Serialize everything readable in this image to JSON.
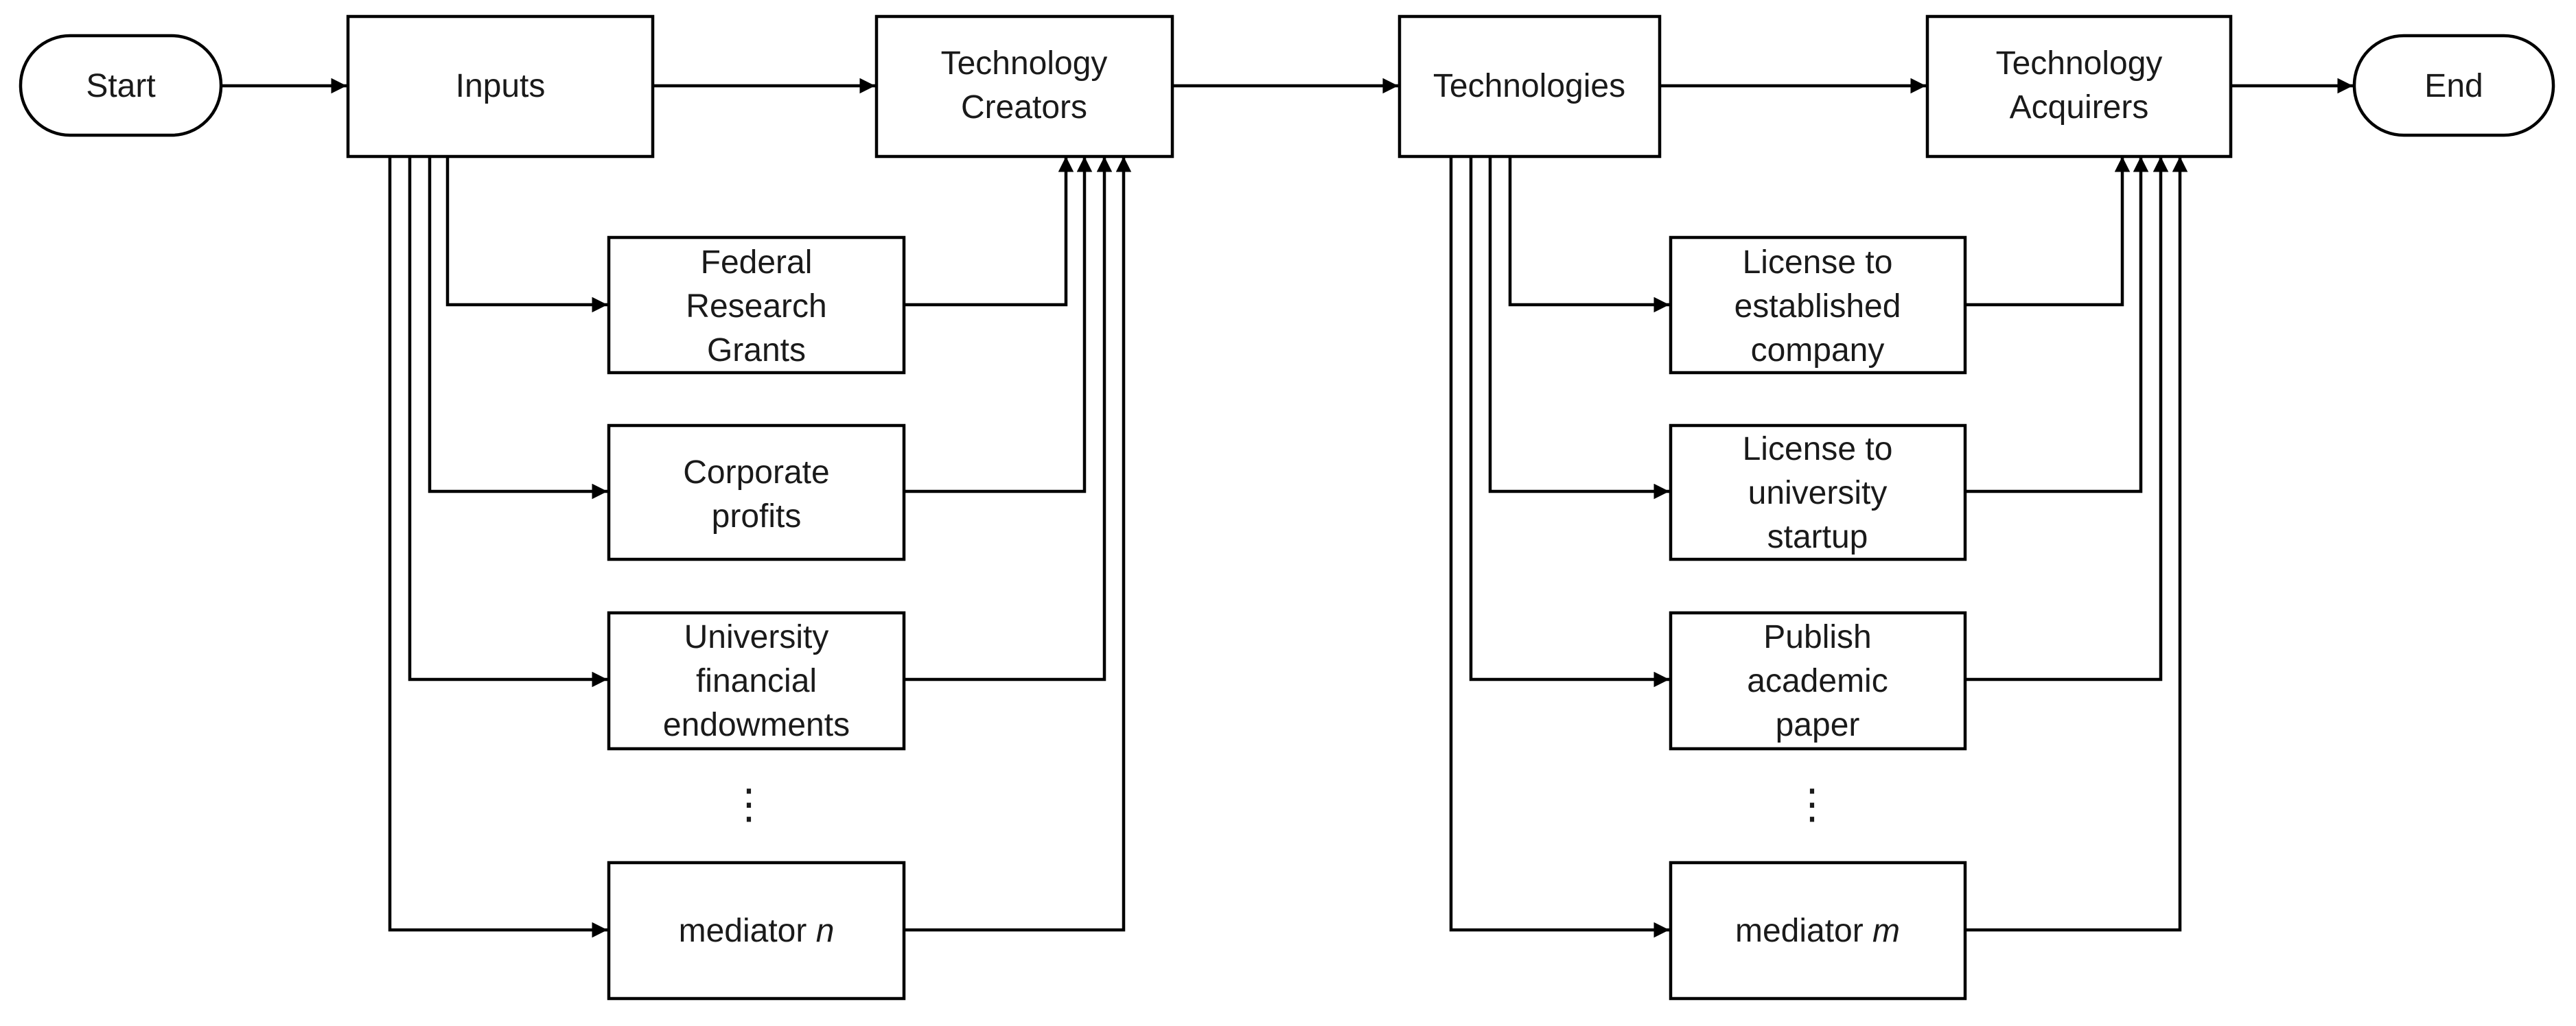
{
  "nodes": {
    "start": "Start",
    "inputs": "Inputs",
    "tech_creators": [
      "Technology",
      "Creators"
    ],
    "technologies": "Technologies",
    "tech_acquirers": [
      "Technology",
      "Acquirers"
    ],
    "end": "End"
  },
  "left_mediators": [
    [
      "Federal",
      "Research",
      "Grants"
    ],
    [
      "Corporate",
      "profits"
    ],
    [
      "University",
      "financial",
      "endowments"
    ]
  ],
  "left_ellipsis": "⋮",
  "left_last_mediator": {
    "text": "mediator ",
    "var": "n"
  },
  "right_mediators": [
    [
      "License to",
      "established",
      "company"
    ],
    [
      "License to",
      "university",
      "startup"
    ],
    [
      "Publish",
      "academic",
      "paper"
    ]
  ],
  "right_ellipsis": "⋮",
  "right_last_mediator": {
    "text": "mediator ",
    "var": "m"
  }
}
